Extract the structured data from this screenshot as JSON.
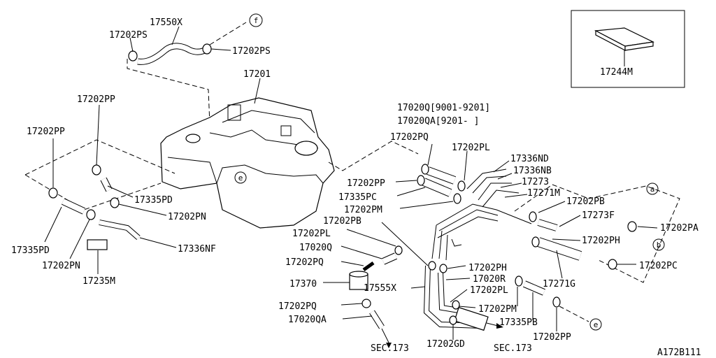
{
  "callouts": {
    "f": "f",
    "a": "a",
    "b": "b",
    "e_tank": "e",
    "e_bottom": "e"
  },
  "labels": {
    "p17550X": "17550X",
    "p17202PS_l": "17202PS",
    "p17202PS_r": "17202PS",
    "p17201": "17201",
    "p17202PP_top": "17202PP",
    "p17202PP_left": "17202PP",
    "p17335PD_mid": "17335PD",
    "p17202PN_mid": "17202PN",
    "p17335PD_left": "17335PD",
    "p17202PN_left": "17202PN",
    "p17336NF": "17336NF",
    "p17235M": "17235M",
    "p17244M": "17244M",
    "p17020Q_9001": "17020Q[9001-9201]",
    "p17020QA_9201": "17020QA[9201-     ]",
    "p17202PQ_top": "17202PQ",
    "p17202PL_top": "17202PL",
    "p17336ND": "17336ND",
    "p17336NB": "17336NB",
    "p17273": "17273",
    "p17271M": "17271M",
    "p17202PP_mid": "17202PP",
    "p17335PC": "17335PC",
    "p17202PM_top": "17202PM",
    "p17202PB_l": "17202PB",
    "p17202PB_r": "17202PB",
    "p17273F": "17273F",
    "p17202PA": "17202PA",
    "p17202PL_mid": "17202PL",
    "p17020Q": "17020Q",
    "p17202PH_r": "17202PH",
    "p17202PQ_mid": "17202PQ",
    "p17202PH_c": "17202PH",
    "p17202PC": "17202PC",
    "p17370": "17370",
    "p17555X": "17555X",
    "p17020R": "17020R",
    "p17202PL_bot": "17202PL",
    "p17271G": "17271G",
    "p17202PQ_bot": "17202PQ",
    "p17202PM_bot": "17202PM",
    "p17020QA": "17020QA",
    "p17335PB": "17335PB",
    "p17202GD": "17202GD",
    "p17202PP_bot": "17202PP",
    "sec173_l": "SEC.173",
    "sec173_r": "SEC.173",
    "ref_code": "A172B111"
  }
}
